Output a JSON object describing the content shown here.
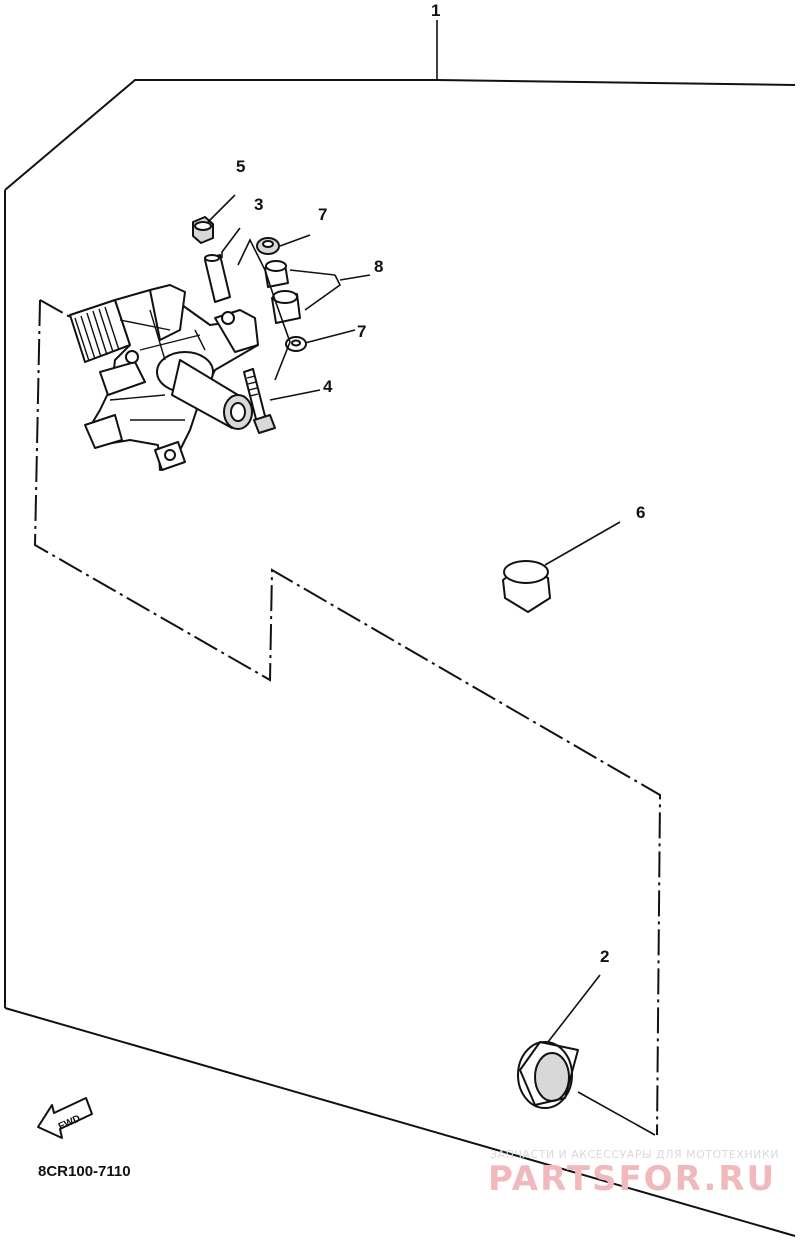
{
  "diagram": {
    "callouts": [
      {
        "id": "callout-1",
        "text": "1"
      },
      {
        "id": "callout-2",
        "text": "2"
      },
      {
        "id": "callout-3",
        "text": "3"
      },
      {
        "id": "callout-4",
        "text": "4"
      },
      {
        "id": "callout-5",
        "text": "5"
      },
      {
        "id": "callout-6",
        "text": "6"
      },
      {
        "id": "callout-7a",
        "text": "7"
      },
      {
        "id": "callout-7b",
        "text": "7"
      },
      {
        "id": "callout-8",
        "text": "8"
      }
    ],
    "fwd_label": "FWD",
    "figure_code": "8CR100-7110"
  },
  "watermark": {
    "tagline": "ЗАПЧАСТИ И АКСЕССУАРЫ ДЛЯ МОТОТЕХНИКИ",
    "brand": "PARTSFOR.RU"
  },
  "colors": {
    "ink": "#111111",
    "watermark_brand": "#f2b9bd",
    "watermark_tagline": "#d9d9d9"
  }
}
